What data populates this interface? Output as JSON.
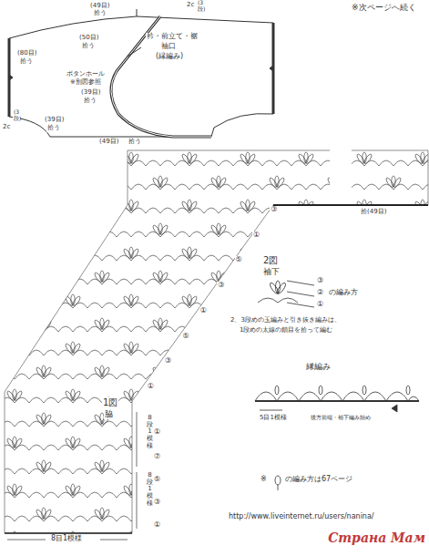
{
  "diagram": {
    "labels": [
      "※次ページへ続く",
      "(49目)",
      "拾う",
      "2c",
      "(3段)",
      "(50目)",
      "拾う",
      "(80目)",
      "拾う",
      "2c",
      "(3段)",
      "衿・前立て・裾",
      "袖口",
      "(縁編み)",
      "ボタンホール",
      "※別図参照",
      "(39目)",
      "拾う",
      "(39目)",
      "拾う",
      "(49目)",
      "拾う",
      "拾(49目)",
      "2図",
      "袖下",
      "1図",
      "脇",
      "8段1模様",
      "8段1模様",
      "8目1模様",
      "③",
      "②",
      "①",
      "の編み方",
      "2、3段めの玉編みと引き抜き編みは、",
      "1段めの太線の鎖目を拾って編む",
      "縁編み",
      "5目1模様",
      "後方前端・袖下編み始め",
      "※",
      "の編み方は67ページ",
      "http://www.liveinternet.ru/users/nanina/",
      "Страна Мам",
      "①",
      "③",
      "⑤",
      "①",
      "③",
      "⑤",
      "①",
      "③",
      "①",
      "③",
      "⑤",
      "⑦",
      "①"
    ]
  }
}
